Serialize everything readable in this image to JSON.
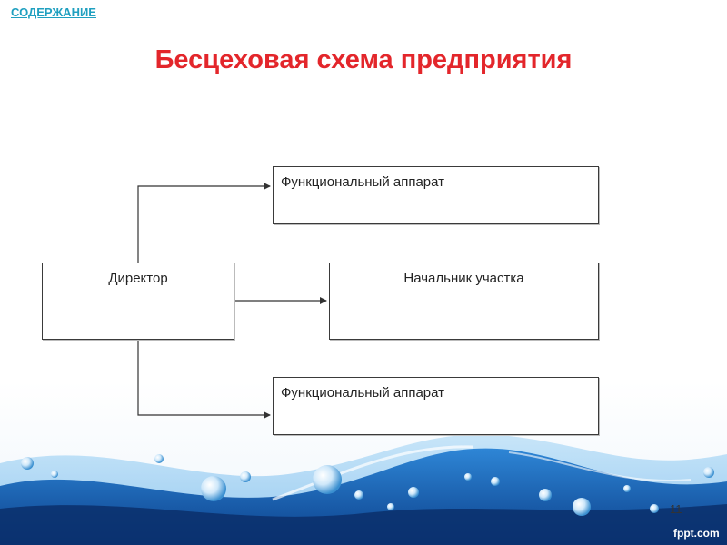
{
  "nav": {
    "contents_link": "СОДЕРЖАНИЕ"
  },
  "slide": {
    "title": "Бесцеховая схема предприятия",
    "page_number": "11",
    "brand": "fppt.com"
  },
  "diagram": {
    "nodes": {
      "director": "Директор",
      "functional_top": "Функциональный аппарат",
      "section_chief": "Начальник участка",
      "functional_bottom": "Функциональный аппарат"
    }
  },
  "colors": {
    "title": "#e3262b",
    "link": "#20a0c0",
    "wave_dark": "#0b3f8a",
    "wave_light": "#2e86d6"
  }
}
